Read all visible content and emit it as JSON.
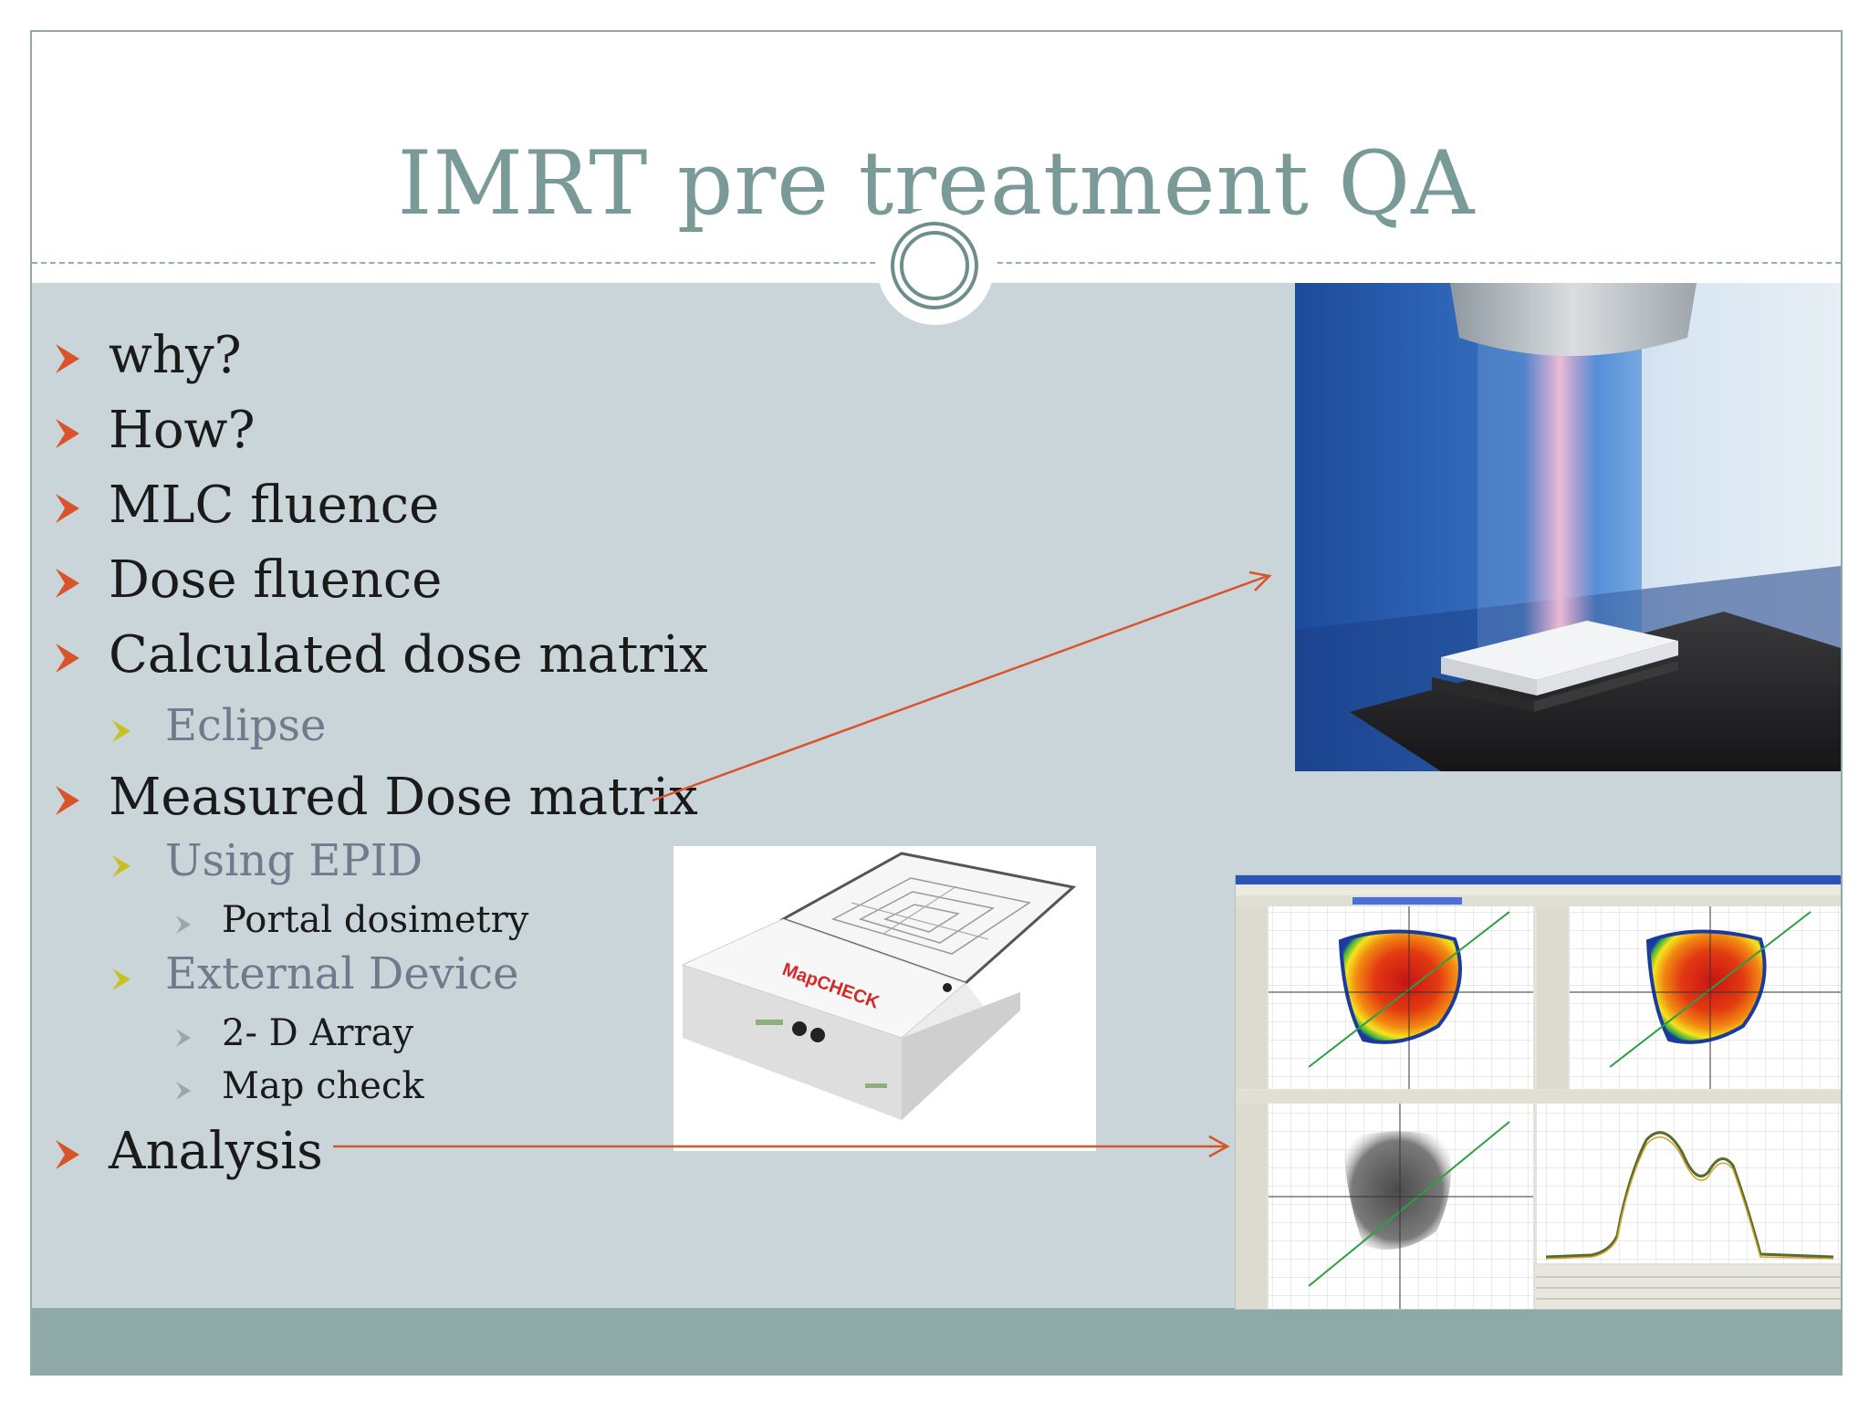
{
  "slide": {
    "title": "IMRT pre treatment QA"
  },
  "bullets": {
    "why": "why?",
    "how": "How?",
    "mlc": "MLC fluence",
    "dose": "Dose fluence",
    "calc": "Calculated dose matrix",
    "eclipse": "Eclipse",
    "measured": "Measured Dose matrix",
    "epid": "Using EPID",
    "portal": "Portal dosimetry",
    "external": "External Device",
    "array": "2- D Array",
    "mapcheck": "Map check",
    "analysis": "Analysis"
  },
  "images": {
    "mapcheck_label": "MapCHECK"
  },
  "colors": {
    "title": "#7a9a97",
    "accent_bullet": "#d9542b",
    "sub_bullet": "#c8c020",
    "arrow": "#d9542b",
    "content_bg": "#c9d5d9",
    "footer": "#8fa9a9"
  }
}
